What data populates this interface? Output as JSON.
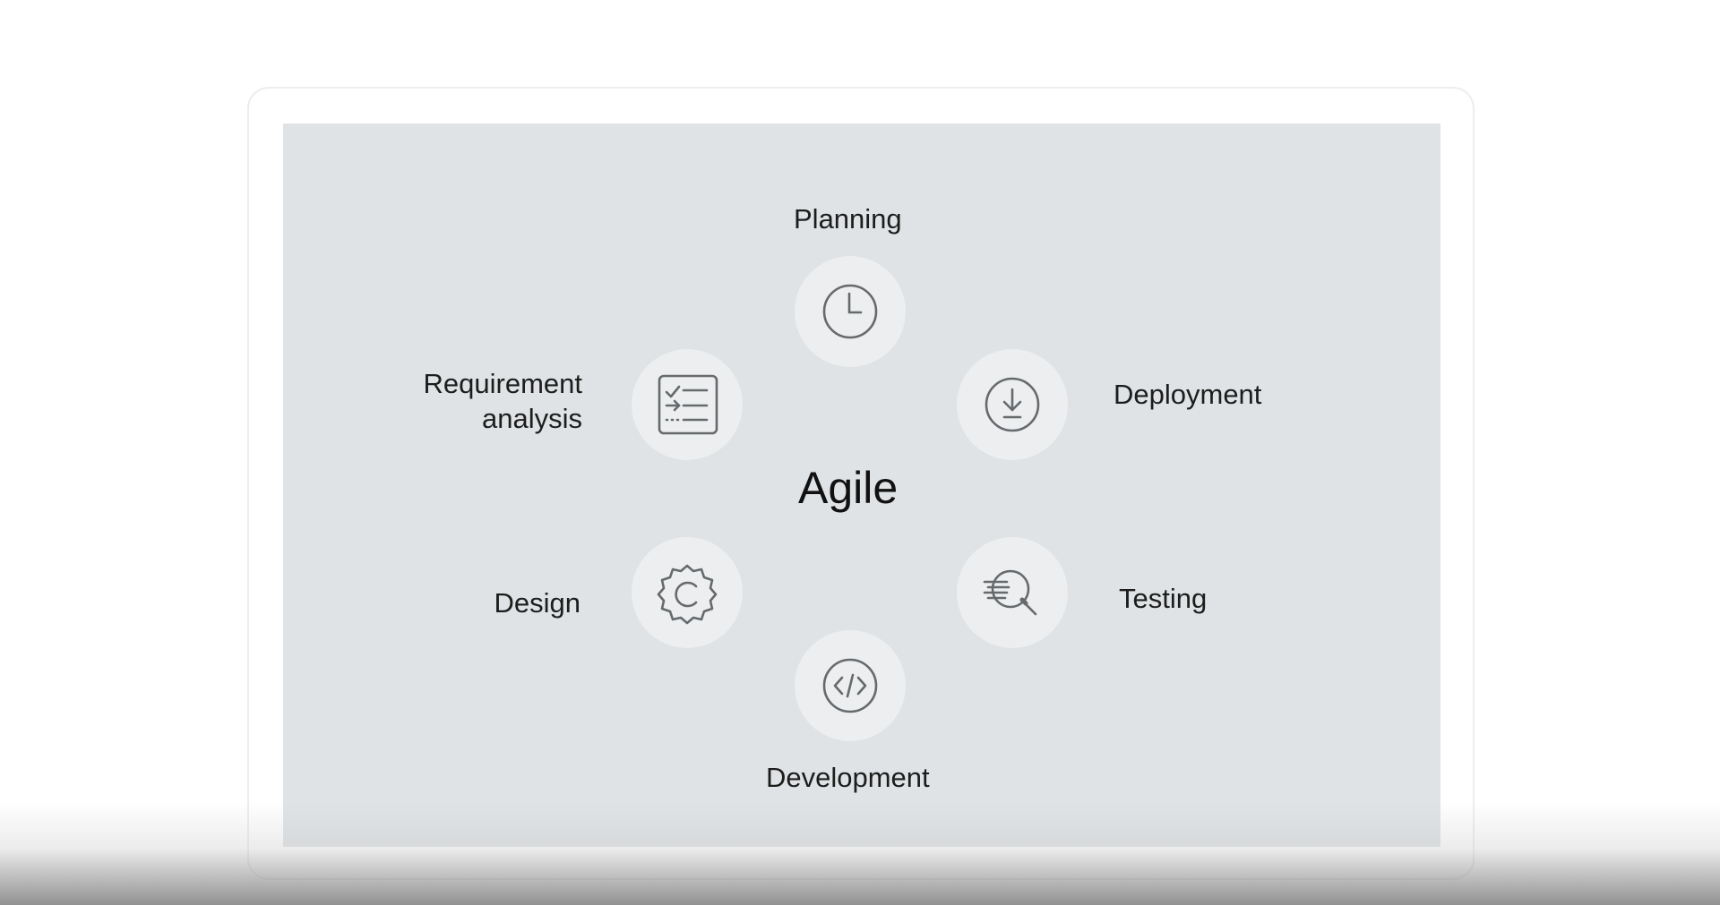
{
  "diagram": {
    "title": "Agile",
    "stages": [
      {
        "label": "Planning",
        "icon": "clock-icon"
      },
      {
        "label": "Deployment",
        "icon": "download-icon"
      },
      {
        "label": "Testing",
        "icon": "magnifier-icon"
      },
      {
        "label": "Development",
        "icon": "code-icon"
      },
      {
        "label": "Design",
        "icon": "gear-icon"
      },
      {
        "label_line1": "Requirement",
        "label_line2": "analysis",
        "icon": "checklist-icon"
      }
    ]
  },
  "colors": {
    "screen_background": "#dfe3e5",
    "circle_background": "#eceeef",
    "icon_stroke": "#666a6d",
    "text": "#1d1d1d"
  }
}
